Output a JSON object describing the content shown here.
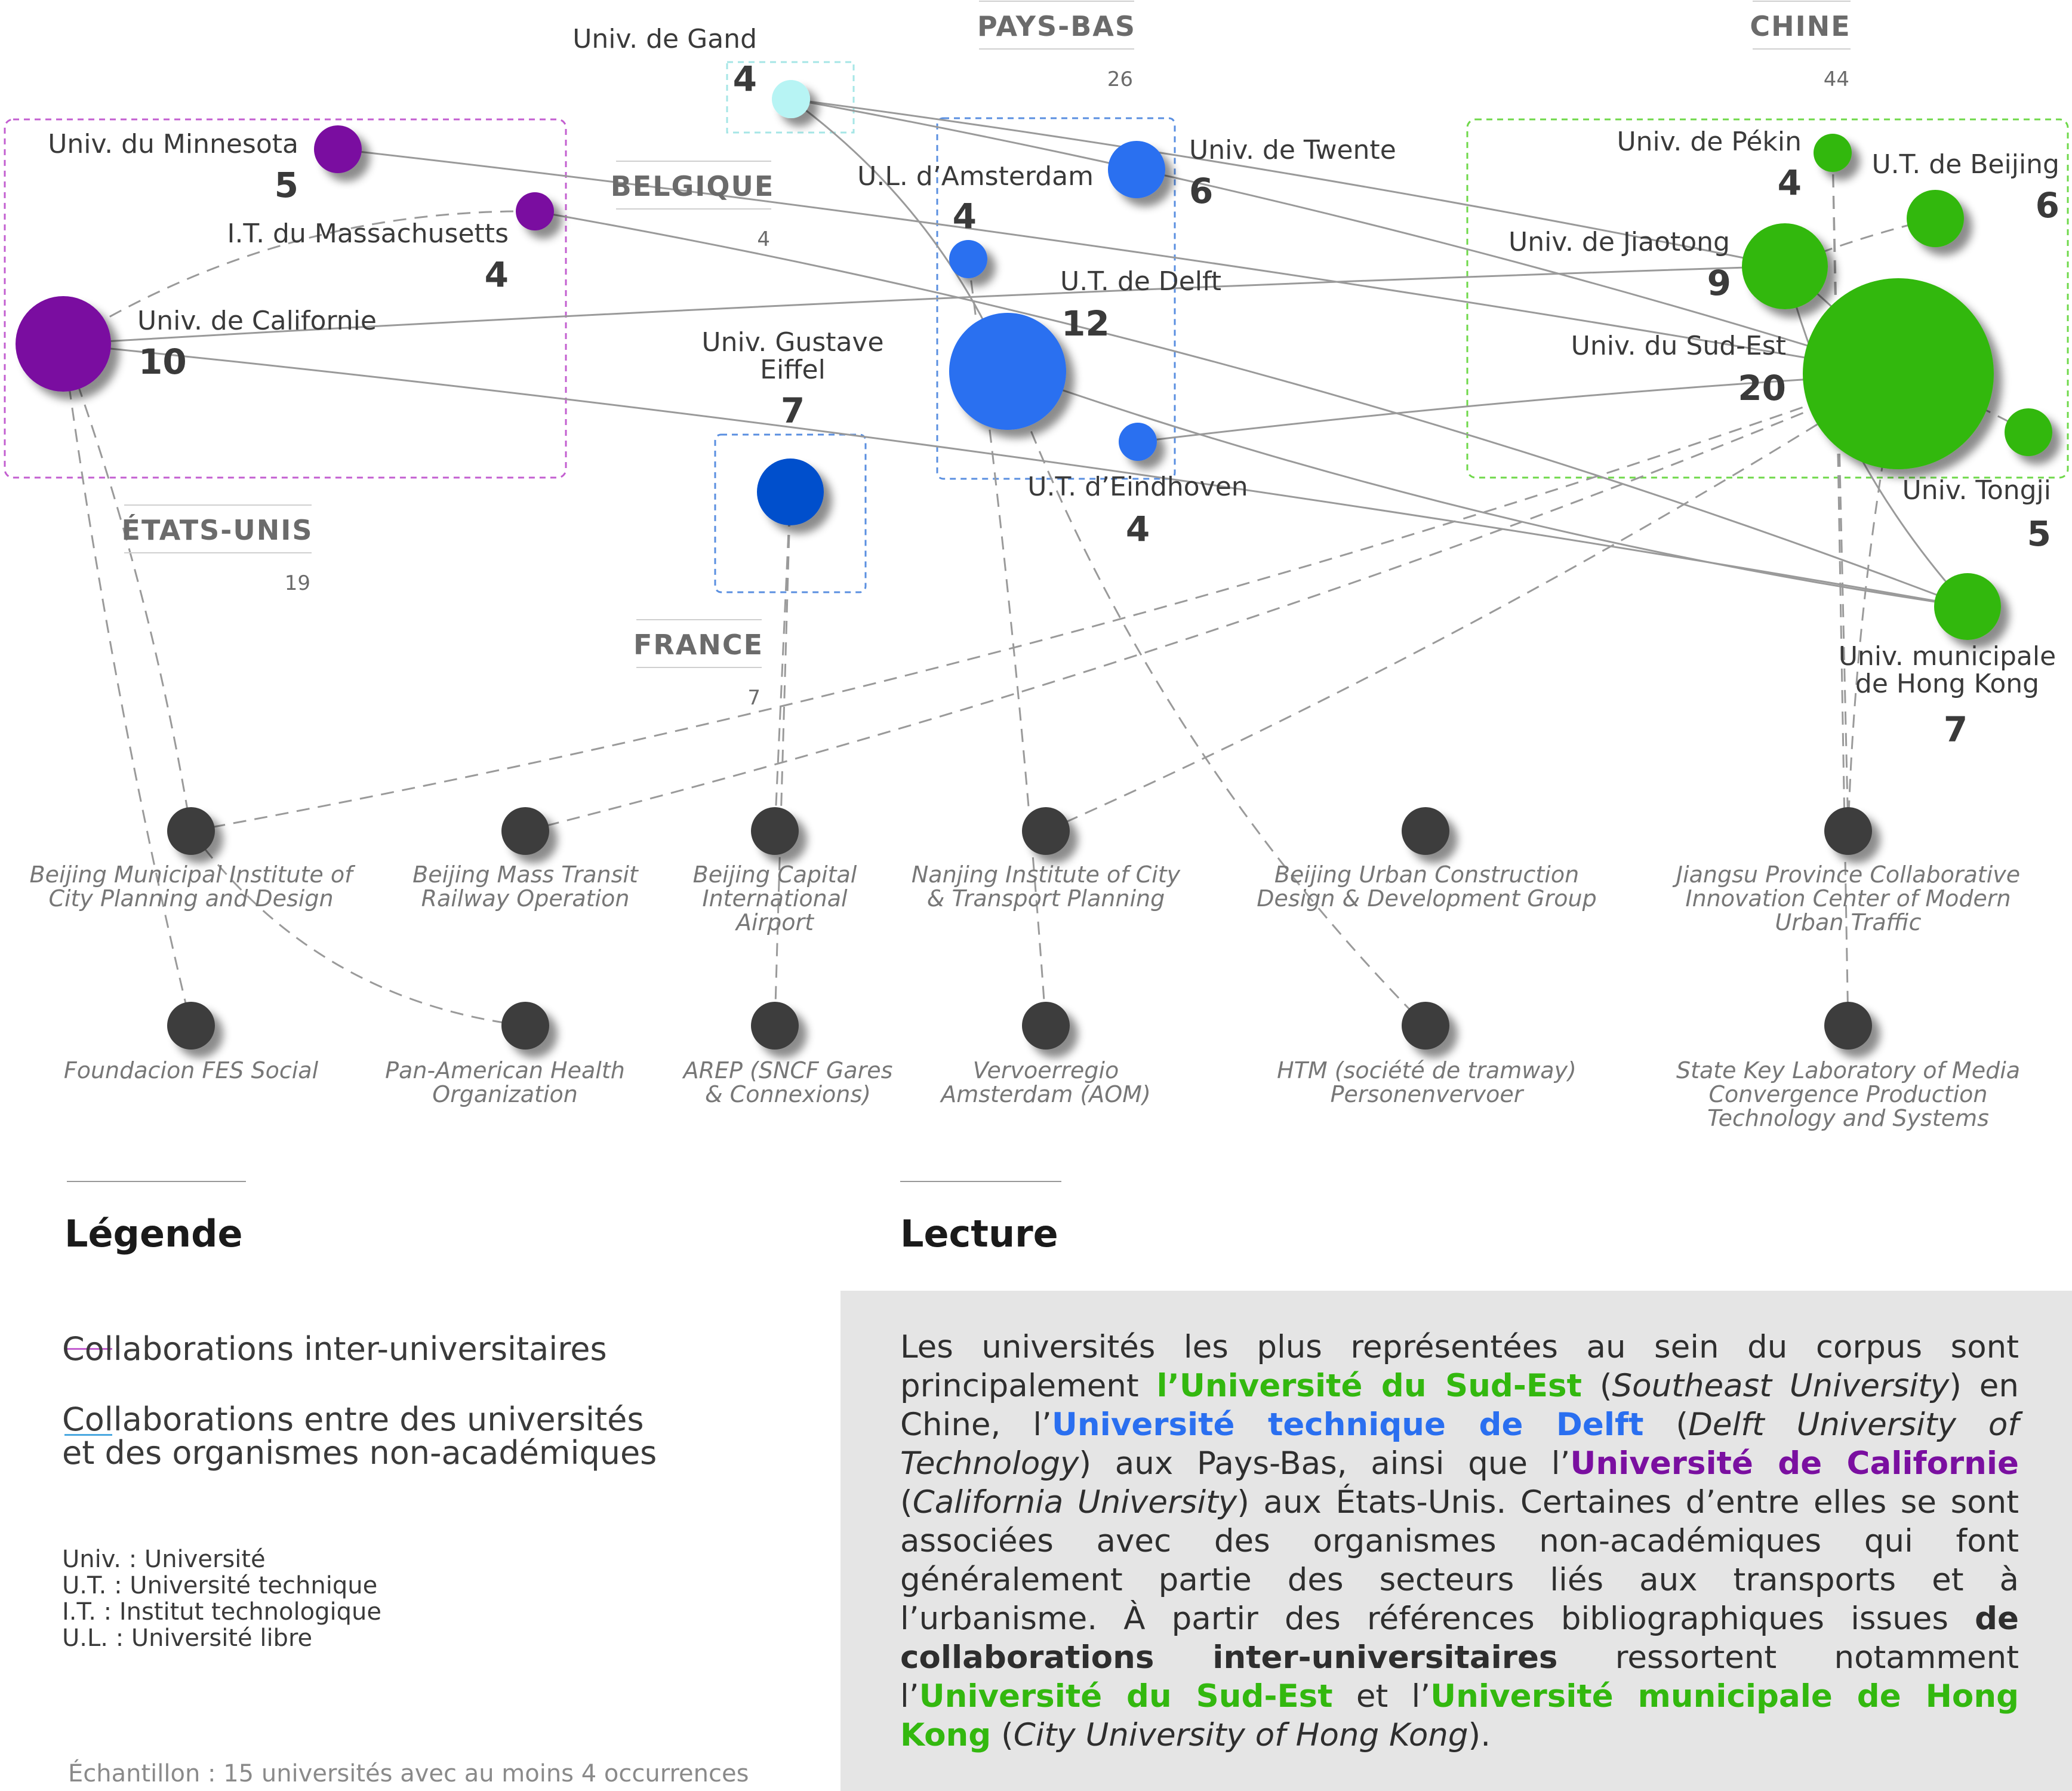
{
  "countries": [
    {
      "id": "pays-bas",
      "name": "PAYS-BAS",
      "total": "26"
    },
    {
      "id": "chine",
      "name": "CHINE",
      "total": "44"
    },
    {
      "id": "belgique",
      "name": "BELGIQUE",
      "total": "4"
    },
    {
      "id": "etats-unis",
      "name": "ÉTATS-UNIS",
      "total": "19"
    },
    {
      "id": "france",
      "name": "FRANCE",
      "total": "7"
    }
  ],
  "universities": [
    {
      "id": "gand",
      "lines": [
        "Univ. de Gand"
      ],
      "count": 4,
      "country": "Belgique",
      "color": "#b7f4f4"
    },
    {
      "id": "minnesota",
      "lines": [
        "Univ. du Minnesota"
      ],
      "count": 5,
      "country": "États-Unis",
      "color": "#7a0fa0"
    },
    {
      "id": "mit",
      "lines": [
        "I.T. du Massachusetts"
      ],
      "count": 4,
      "country": "États-Unis",
      "color": "#7a0fa0"
    },
    {
      "id": "californie",
      "lines": [
        "Univ. de Californie"
      ],
      "count": 10,
      "country": "États-Unis",
      "color": "#7a0fa0"
    },
    {
      "id": "eiffel",
      "lines": [
        "Univ. Gustave",
        "Eiffel"
      ],
      "count": 7,
      "country": "France",
      "color": "#0050cc"
    },
    {
      "id": "amsterdam",
      "lines": [
        "U.L. d’Amsterdam"
      ],
      "count": 4,
      "country": "Pays-Bas",
      "color": "#2a6ff0"
    },
    {
      "id": "twente",
      "lines": [
        "Univ. de Twente"
      ],
      "count": 6,
      "country": "Pays-Bas",
      "color": "#2a6ff0"
    },
    {
      "id": "delft",
      "lines": [
        "U.T. de Delft"
      ],
      "count": 12,
      "country": "Pays-Bas",
      "color": "#2a6ff0"
    },
    {
      "id": "eindhoven",
      "lines": [
        "U.T. d’Eindhoven"
      ],
      "count": 4,
      "country": "Pays-Bas",
      "color": "#2a6ff0"
    },
    {
      "id": "pekin",
      "lines": [
        "Univ. de Pékin"
      ],
      "count": 4,
      "country": "Chine",
      "color": "#33b80f"
    },
    {
      "id": "beijing",
      "lines": [
        "U.T. de Beijing"
      ],
      "count": 6,
      "country": "Chine",
      "color": "#33b80f"
    },
    {
      "id": "jiaotong",
      "lines": [
        "Univ. de Jiaotong"
      ],
      "count": 9,
      "country": "Chine",
      "color": "#33b80f"
    },
    {
      "id": "sudest",
      "lines": [
        "Univ. du Sud-Est"
      ],
      "count": 20,
      "country": "Chine",
      "color": "#33b80f"
    },
    {
      "id": "tongji",
      "lines": [
        "Univ. Tongji"
      ],
      "count": 5,
      "country": "Chine",
      "color": "#33b80f"
    },
    {
      "id": "hongkong",
      "lines": [
        "Univ. municipale",
        "de Hong Kong"
      ],
      "count": 7,
      "country": "Chine",
      "color": "#33b80f"
    }
  ],
  "organizations": [
    {
      "id": "bmipd",
      "lines": [
        "Beijing Municipal Institute of",
        "City Planning and Design"
      ]
    },
    {
      "id": "bmtro",
      "lines": [
        "Beijing Mass Transit",
        "Railway Operation"
      ]
    },
    {
      "id": "bcia",
      "lines": [
        "Beijing Capital",
        "International",
        "Airport"
      ]
    },
    {
      "id": "nictp",
      "lines": [
        "Nanjing Institute of City",
        "& Transport Planning"
      ]
    },
    {
      "id": "bucddg",
      "lines": [
        "Beijing Urban Construction",
        "Design & Development Group"
      ]
    },
    {
      "id": "jpcic",
      "lines": [
        "Jiangsu Province Collaborative",
        "Innovation Center of Modern",
        "Urban Traffic"
      ]
    },
    {
      "id": "fes",
      "lines": [
        "Foundacion FES Social"
      ]
    },
    {
      "id": "paho",
      "lines": [
        "Pan-American Health",
        "Organization"
      ]
    },
    {
      "id": "arep",
      "lines": [
        "AREP (SNCF Gares",
        "& Connexions)"
      ]
    },
    {
      "id": "vervoer",
      "lines": [
        "Vervoerregio",
        "Amsterdam (AOM)"
      ]
    },
    {
      "id": "htm",
      "lines": [
        "HTM (société de tramway)",
        "Personenvervoer"
      ]
    },
    {
      "id": "sklm",
      "lines": [
        "State Key Laboratory of Media",
        "Convergence Production",
        "Technology and Systems"
      ]
    }
  ],
  "links_inter_university": [
    [
      "gand",
      "sudest"
    ],
    [
      "gand",
      "jiaotong"
    ],
    [
      "eindhoven",
      "sudest"
    ],
    [
      "minnesota",
      "sudest"
    ],
    [
      "californie",
      "jiaotong"
    ],
    [
      "californie",
      "hongkong"
    ],
    [
      "mit",
      "hongkong"
    ],
    [
      "delft",
      "hongkong"
    ],
    [
      "gand",
      "delft"
    ],
    [
      "sudest",
      "jiaotong"
    ],
    [
      "jiaotong",
      "hongkong"
    ]
  ],
  "links_non_academic": [
    [
      "californie",
      "bmipd"
    ],
    [
      "californie",
      "fes"
    ],
    [
      "mit",
      "californie"
    ],
    [
      "bmipd",
      "paho"
    ],
    [
      "bmipd",
      "sudest"
    ],
    [
      "bmtro",
      "sudest"
    ],
    [
      "eiffel",
      "bcia"
    ],
    [
      "eiffel",
      "arep"
    ],
    [
      "amsterdam",
      "vervoer"
    ],
    [
      "delft",
      "htm"
    ],
    [
      "nictp",
      "sudest"
    ],
    [
      "pekin",
      "jpcic"
    ],
    [
      "pekin",
      "sklm"
    ],
    [
      "sudest",
      "jpcic"
    ],
    [
      "beijing",
      "jiaotong"
    ],
    [
      "tongji",
      "sudest"
    ]
  ],
  "legend": {
    "title": "Légende",
    "items": [
      {
        "label": "Collaborations inter-universitaires",
        "color": "#c35fd0"
      },
      {
        "label_lines": [
          "Collaborations entre des universités",
          "et des organismes non-académiques"
        ],
        "color": "#4aa8e0"
      }
    ],
    "abbreviations": [
      "Univ. : Université",
      "U.T. : Université technique",
      "I.T. : Institut technologique",
      "U.L. : Université libre"
    ],
    "sample": "Échantillon : 15 universités avec au moins 4 occurrences"
  },
  "reading": {
    "title": "Lecture",
    "segments": [
      {
        "t": "Les universités les plus représentées au sein du corpus sont principalement ",
        "s": ""
      },
      {
        "t": "l’Université du Sud-Est",
        "s": "g"
      },
      {
        "t": " (",
        "s": ""
      },
      {
        "t": "Southeast University",
        "s": "i"
      },
      {
        "t": ") en Chine, l’",
        "s": ""
      },
      {
        "t": "Université technique de Delft",
        "s": "b"
      },
      {
        "t": " (",
        "s": ""
      },
      {
        "t": "Delft University of Technology",
        "s": "i"
      },
      {
        "t": ") aux Pays-Bas, ainsi que l’",
        "s": ""
      },
      {
        "t": "Université de Californie",
        "s": "p"
      },
      {
        "t": " (",
        "s": ""
      },
      {
        "t": "California University",
        "s": "i"
      },
      {
        "t": ") aux États-Unis. Certaines d’entre elles se sont associées avec des organismes non-académiques qui font généralement partie des secteurs liés aux transports et à l’urbanisme. À partir des références bibliographiques issues ",
        "s": ""
      },
      {
        "t": "de collaborations inter-universitaires",
        "s": "k"
      },
      {
        "t": " ressortent notamment l’",
        "s": ""
      },
      {
        "t": "Université du Sud-Est",
        "s": "g"
      },
      {
        "t": " et l’",
        "s": ""
      },
      {
        "t": "Université municipale de Hong Kong",
        "s": "g"
      },
      {
        "t": " (",
        "s": ""
      },
      {
        "t": "City University of Hong Kong",
        "s": "i"
      },
      {
        "t": ").",
        "s": ""
      }
    ]
  }
}
